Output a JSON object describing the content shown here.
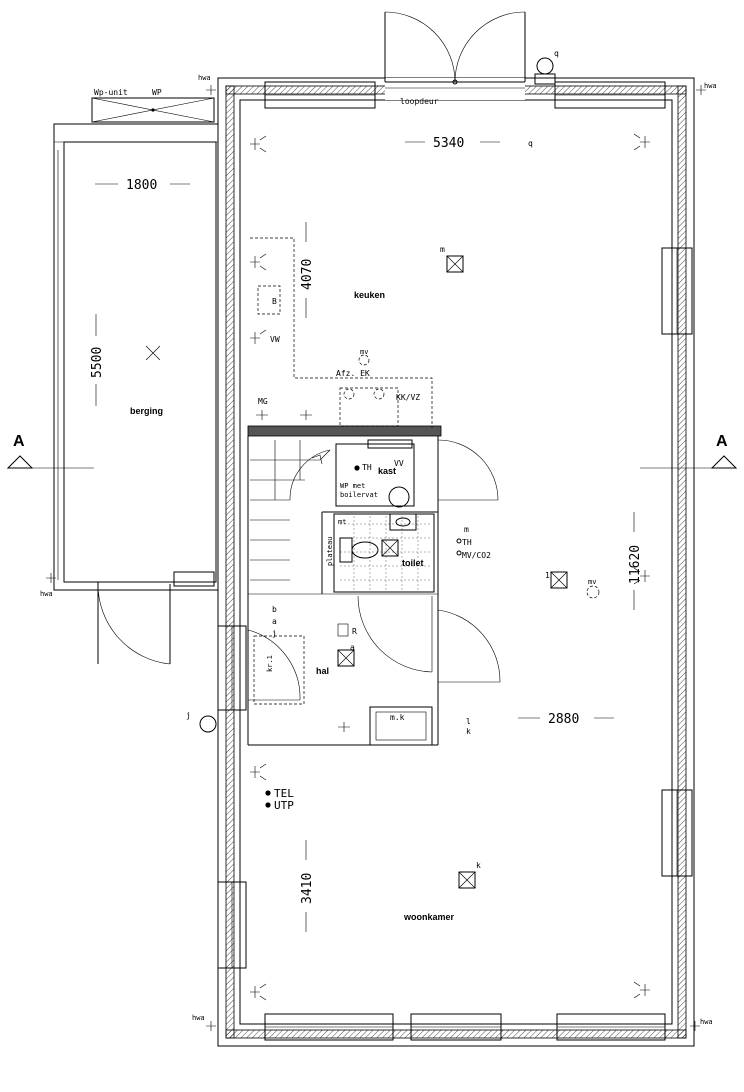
{
  "rooms": {
    "keuken": "keuken",
    "berging": "berging",
    "kast": "kast",
    "toilet": "toilet",
    "hal": "hal",
    "woonkamer": "woonkamer"
  },
  "dimensions": {
    "d5340": "5340",
    "d1800": "1800",
    "d4070": "4070",
    "d5500": "5500",
    "d11620": "11620",
    "d2880": "2880",
    "d3410": "3410"
  },
  "section": {
    "left": "A",
    "right": "A"
  },
  "labels": {
    "wp_unit": "Wp-unit",
    "wp": "WP",
    "loopdeur": "loopdeur",
    "hwa": "hwa",
    "q": "q",
    "m": "m",
    "b_box": "B",
    "vw": "VW",
    "mv": "mv",
    "afz_ek": "Afz. EK",
    "mg": "MG",
    "kk_vz": "KK/VZ",
    "th": "TH",
    "vv": "VV",
    "wp_met": "WP met",
    "boilervat": "boilervat",
    "plateau": "plateau",
    "mt": "mt",
    "th2": "TH",
    "mv_co2": "MV/CO2",
    "one": "1",
    "b": "b",
    "a": "a",
    "j": "j",
    "kr1": "kr.1",
    "r": "R",
    "a2": "a",
    "mk": "m.k",
    "l": "l",
    "k": "k",
    "tel": "TEL",
    "utp": "UTP",
    "k2": "k"
  }
}
